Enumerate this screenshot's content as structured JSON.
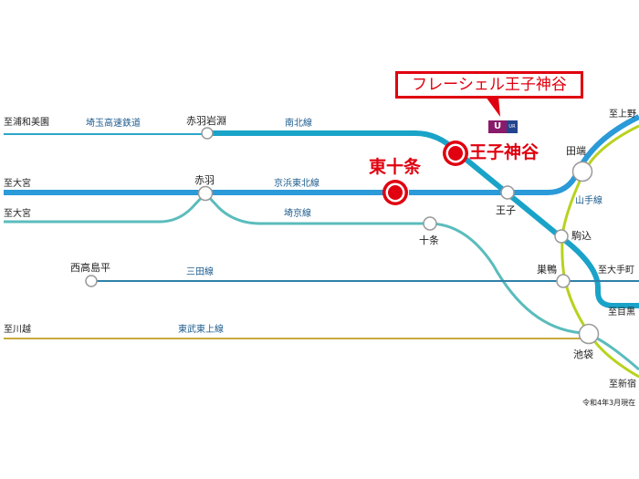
{
  "property": {
    "callout_label": "フレーシェル王子神谷",
    "logo_text": "U",
    "logo_sub": "UR",
    "highlight_color": "#e0000f"
  },
  "highlight_stations": [
    {
      "name": "王子神谷"
    },
    {
      "name": "東十条"
    }
  ],
  "destinations": {
    "urawa_misono": "至浦和美園",
    "omiya_1": "至大宮",
    "omiya_2": "至大宮",
    "kawagoe": "至川越",
    "ueno": "至上野",
    "otemachi": "至大手町",
    "meguro": "至目黒",
    "shinjuku": "至新宿"
  },
  "lines": [
    {
      "id": "saitama_rapid",
      "name": "埼玉高速鉄道",
      "color": "#2aa6c9"
    },
    {
      "id": "namboku",
      "name": "南北線",
      "color": "#1aa3c8"
    },
    {
      "id": "keihin_tohoku",
      "name": "京浜東北線",
      "color": "#2a9ad8"
    },
    {
      "id": "saikyo",
      "name": "埼京線",
      "color": "#5bbcbc"
    },
    {
      "id": "mita",
      "name": "三田線",
      "color": "#2f80a8"
    },
    {
      "id": "tobu_tojo",
      "name": "東武東上線",
      "color": "#c8aa3c"
    },
    {
      "id": "yamanote",
      "name": "山手線",
      "color": "#b9d21e"
    }
  ],
  "stations": {
    "akabane_iwabuchi": "赤羽岩淵",
    "akabane": "赤羽",
    "oji": "王子",
    "jujo": "十条",
    "tabata": "田端",
    "komagome": "駒込",
    "sugamo": "巣鴨",
    "nishi_takashimadaira": "西高島平",
    "ikebukuro": "池袋"
  },
  "footnote": "令和4年3月現在"
}
